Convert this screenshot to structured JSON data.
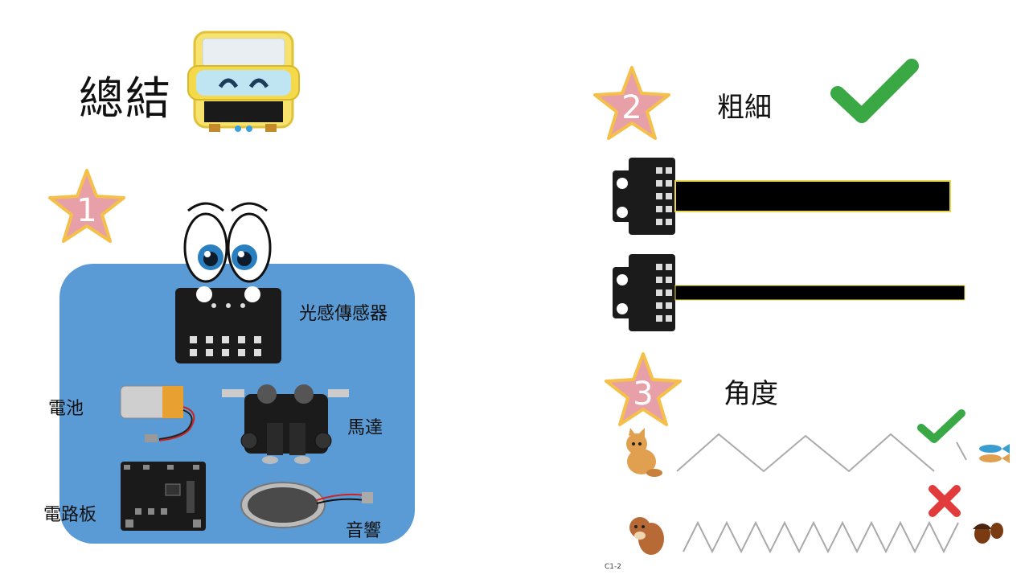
{
  "slide": {
    "title": "總結",
    "section1": {
      "number": "1",
      "labels": {
        "light_sensor": "光感傳感器",
        "battery": "電池",
        "motor": "馬達",
        "circuit_board": "電路板",
        "speaker": "音響"
      }
    },
    "section2": {
      "number": "2",
      "heading": "粗細"
    },
    "section3": {
      "number": "3",
      "heading": "角度"
    },
    "footer_code": "C1-2"
  },
  "colors": {
    "star": "#e8a0a8",
    "star_border": "#f5c04a",
    "panel": "#5b9bd5",
    "check": "#3aa845",
    "cross": "#e23b3b"
  }
}
